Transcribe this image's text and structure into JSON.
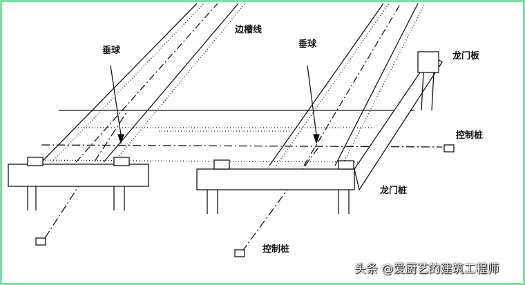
{
  "labels": {
    "trench_edge_line": "边槽线",
    "plumb_bob_left": "垂球",
    "plumb_bob_right": "垂球",
    "batter_board": "龙门板",
    "control_stake_right": "控制桩",
    "batter_post": "龙门桩",
    "control_stake_bottom": "控制桩"
  },
  "watermark": "头条 @爱厨艺的建筑工程师",
  "colors": {
    "border": "#7fe0a2",
    "ink": "#111111"
  }
}
